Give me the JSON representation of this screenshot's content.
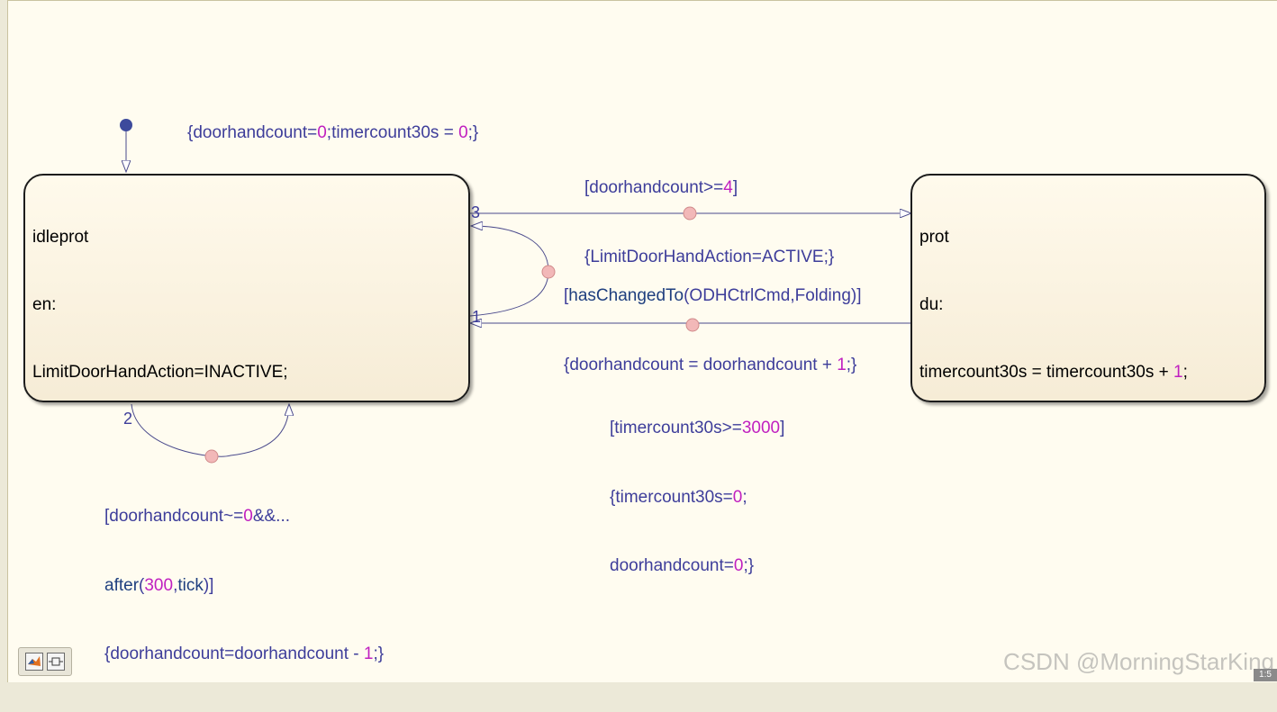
{
  "states": [
    {
      "name": "idleprot",
      "lines": [
        "idleprot",
        "en:",
        "LimitDoorHandAction=INACTIVE;"
      ]
    },
    {
      "name": "prot",
      "lines": [
        "prot",
        "du:",
        "timercount30s = timercount30s + 1;"
      ]
    }
  ],
  "default_transition_label": "{doorhandcount=0;timercount30s = 0;}",
  "transitions": {
    "to_prot": {
      "order": "3",
      "condition": "[doorhandcount>=4]",
      "action": "{LimitDoorHandAction=ACTIVE;}"
    },
    "self_loop_right": {
      "condition": "[hasChangedTo(ODHCtrlCmd,Folding)]",
      "action": "{doorhandcount = doorhandcount + 1;}"
    },
    "to_idleprot": {
      "order": "1",
      "condition": "[timercount30s>=3000]",
      "action1": "{timercount30s=0;",
      "action2": "doorhandcount=0;}"
    },
    "self_loop_bottom": {
      "order": "2",
      "condition1": "[doorhandcount~=0&&...",
      "condition2": "after(300,tick)]",
      "action": "{doorhandcount=doorhandcount - 1;}"
    }
  },
  "watermark": "CSDN @MorningStarKing",
  "corner_mark": "1:5",
  "colors": {
    "canvas": "#fffcf0",
    "transition_text": "#3d3d9a",
    "function_text": "#1f3f7f",
    "number_literal": "#c020c0",
    "transition_line": "#4a4a8c",
    "junction_dot": "#f2b8b8",
    "default_dot": "#3d4a9c"
  },
  "icons": [
    "matlab-logo-icon",
    "model-block-icon"
  ]
}
